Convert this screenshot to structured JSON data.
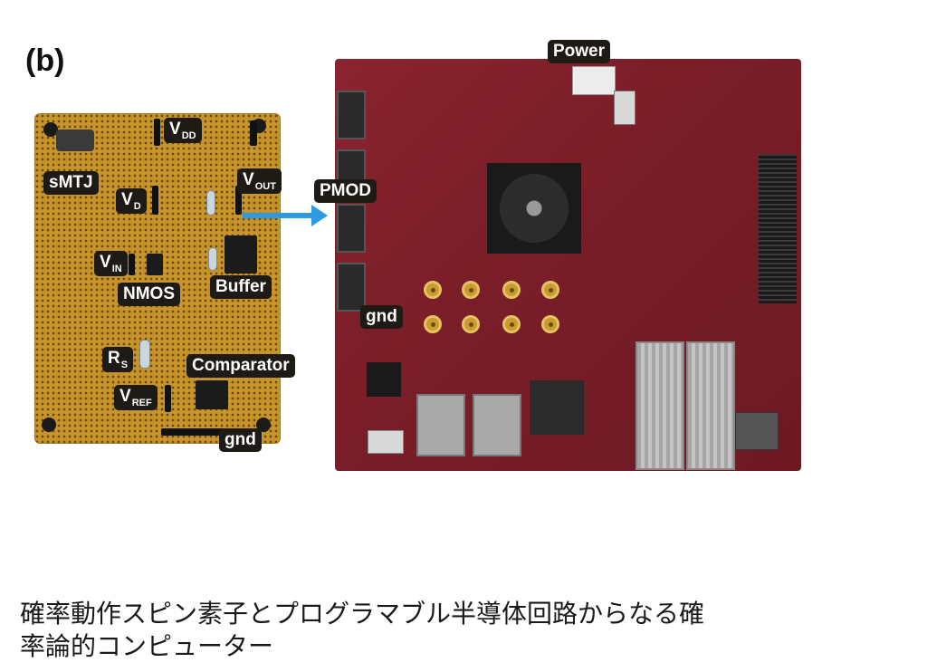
{
  "panel_label": "(b)",
  "perfboard": {
    "labels": {
      "smtj": "sMTJ",
      "vdd": {
        "main": "V",
        "sub": "DD"
      },
      "vd": {
        "main": "V",
        "sub": "D"
      },
      "vout": {
        "main": "V",
        "sub": "OUT"
      },
      "vin": {
        "main": "V",
        "sub": "IN"
      },
      "nmos": "NMOS",
      "buffer": "Buffer",
      "rs": {
        "main": "R",
        "sub": "S"
      },
      "comparator": "Comparator",
      "vref": {
        "main": "V",
        "sub": "REF"
      },
      "gnd": "gnd"
    }
  },
  "fpga": {
    "labels": {
      "power": "Power",
      "pmod": "PMOD",
      "gnd": "gnd"
    }
  },
  "caption": {
    "line1": "確率動作スピン素子とプログラマブル半導体回路からなる確",
    "line2": "率論的コンピューター"
  },
  "colors": {
    "label_bg": "#1e1b17",
    "arrow": "#2e9be0",
    "perfboard": "#c8952a",
    "fpga_board": "#7a1e28"
  }
}
